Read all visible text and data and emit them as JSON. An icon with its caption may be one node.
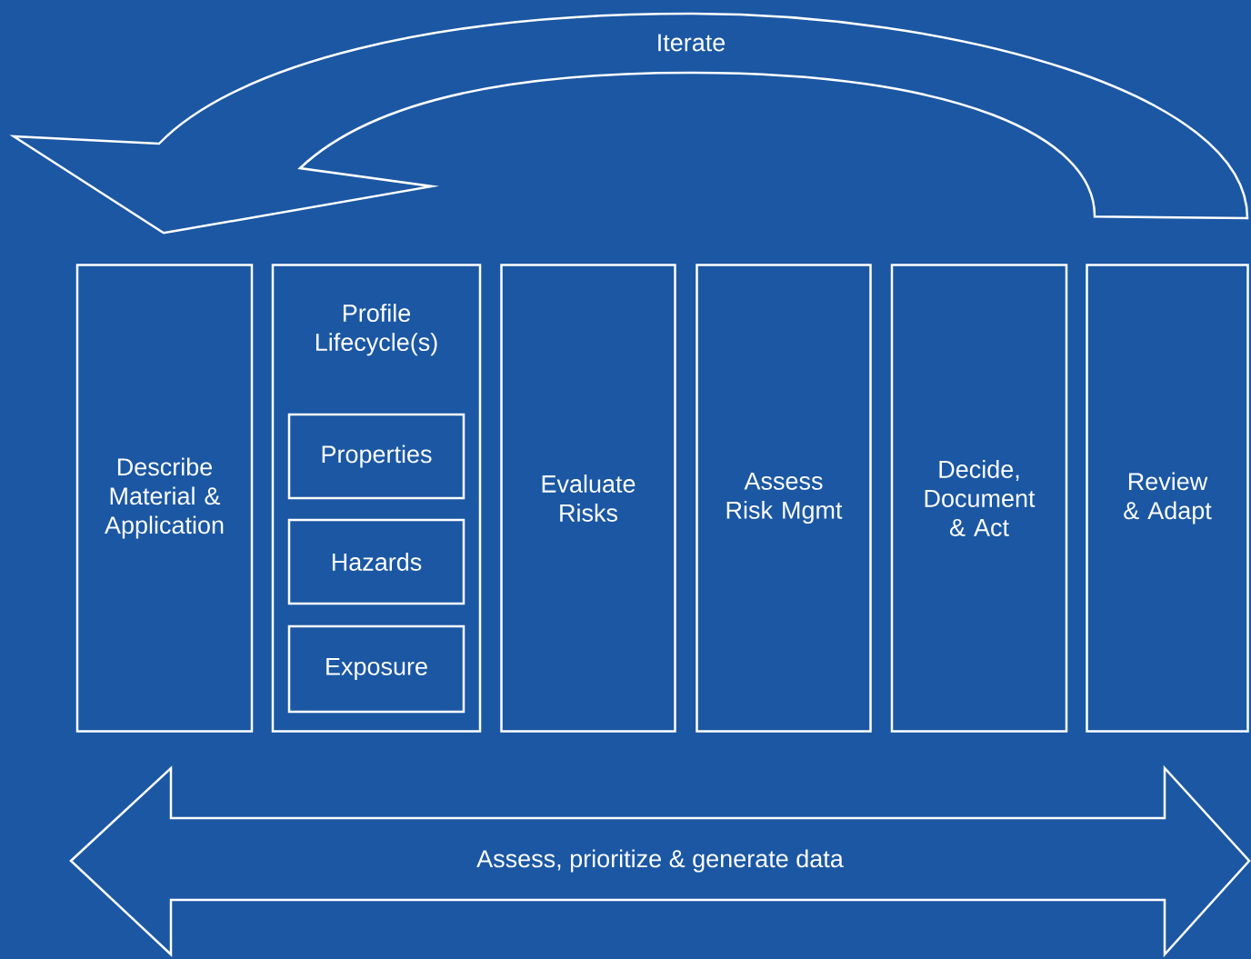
{
  "diagram": {
    "nodes": [
      {
        "text": [
          "Describe Material & Application"
        ]
      },
      {
        "text": [
          "Profile Lifecycle(s)"
        ]
      },
      {
        "text": [
          "Properties"
        ],
        "in": 1
      },
      {
        "text": [
          "Hazards"
        ],
        "in": 1
      },
      {
        "text": [
          "Exposure"
        ],
        "in": 1
      },
      {
        "text": [
          "Evaluate Risks"
        ]
      },
      {
        "text": [
          "Assess Risk Mgmt"
        ]
      },
      {
        "text": [
          "Decide, Document & Act"
        ]
      },
      {
        "text": [
          "Review & Adapt"
        ]
      },
      {
        "text": [
          "Assess, prioritize & generate data"
        ]
      }
    ],
    "edges": [
      {
        "from": 8,
        "to": 0,
        "arrow": "to",
        "label": "Iterate"
      }
    ]
  }
}
